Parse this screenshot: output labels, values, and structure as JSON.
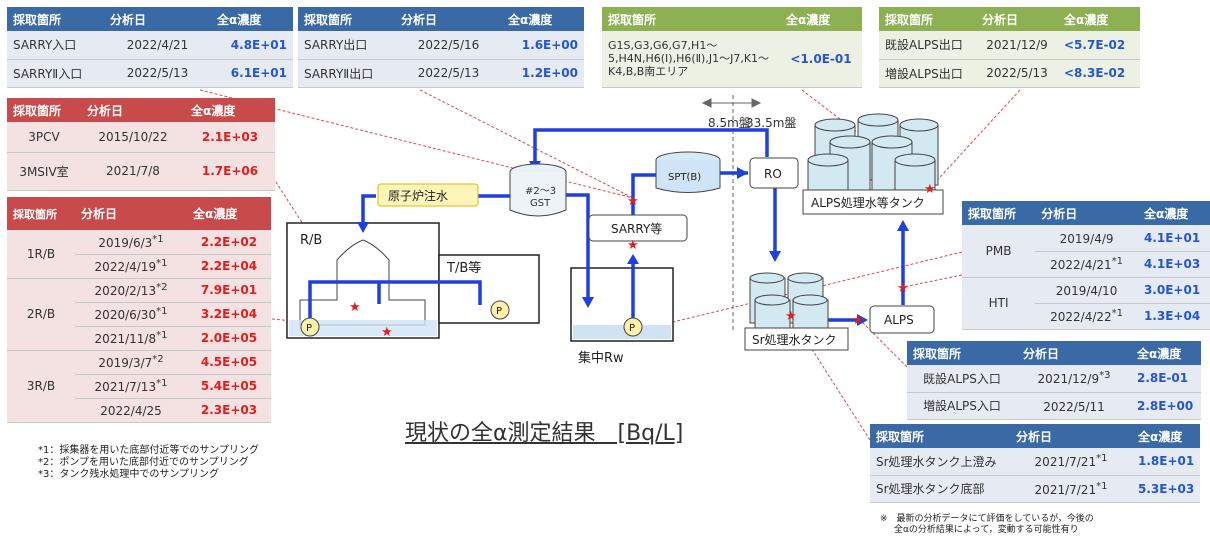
{
  "headers": {
    "place": "採取箇所",
    "date": "分析日",
    "value": "全α濃度",
    "place_short": "採取箇所"
  },
  "t_sarry_in": [
    {
      "place": "SARRY入口",
      "date": "2022/4/21",
      "value": "4.8E+01"
    },
    {
      "place": "SARRYⅡ入口",
      "date": "2022/5/13",
      "value": "6.1E+01"
    }
  ],
  "t_sarry_out": [
    {
      "place": "SARRY出口",
      "date": "2022/5/16",
      "value": "1.6E+00"
    },
    {
      "place": "SARRYⅡ出口",
      "date": "2022/5/13",
      "value": "1.2E+00"
    }
  ],
  "t_tanks": {
    "place": "G1S,G3,G6,G7,H1～5,H4N,H6(Ⅰ),H6(Ⅱ),J1～J7,K1～K4,B,B南エリア",
    "value": "<1.0E-01"
  },
  "t_alps_out": [
    {
      "place": "既設ALPS出口",
      "date": "2021/12/9",
      "value": "<5.7E-02"
    },
    {
      "place": "増設ALPS出口",
      "date": "2022/5/13",
      "value": "<8.3E-02"
    }
  ],
  "t_3pcv": [
    {
      "place": "3PCV",
      "date": "2015/10/22",
      "value": "2.1E+03"
    },
    {
      "place": "3MSIV室",
      "date": "2021/7/8",
      "value": "1.7E+06"
    }
  ],
  "t_rb": {
    "groups": [
      {
        "place": "1R/B",
        "rows": [
          {
            "date": "2019/6/3",
            "note": "*1",
            "value": "2.2E+02"
          },
          {
            "date": "2022/4/19",
            "note": "*1",
            "value": "2.2E+04"
          }
        ]
      },
      {
        "place": "2R/B",
        "rows": [
          {
            "date": "2020/2/13",
            "note": "*2",
            "value": "7.9E+01"
          },
          {
            "date": "2020/6/30",
            "note": "*1",
            "value": "3.2E+04"
          },
          {
            "date": "2021/11/8",
            "note": "*1",
            "value": "2.0E+05"
          }
        ]
      },
      {
        "place": "3R/B",
        "rows": [
          {
            "date": "2019/3/7",
            "note": "*2",
            "value": "4.5E+05"
          },
          {
            "date": "2021/7/13",
            "note": "*1",
            "value": "5.4E+05"
          },
          {
            "date": "2022/4/25",
            "note": "",
            "value": "2.3E+03"
          }
        ]
      }
    ]
  },
  "t_pmb": {
    "groups": [
      {
        "place": "PMB",
        "rows": [
          {
            "date": "2019/4/9",
            "note": "",
            "value": "4.1E+01"
          },
          {
            "date": "2022/4/21",
            "note": "*1",
            "value": "4.1E+03"
          }
        ]
      },
      {
        "place": "HTI",
        "rows": [
          {
            "date": "2019/4/10",
            "note": "",
            "value": "3.0E+01"
          },
          {
            "date": "2022/4/22",
            "note": "*1",
            "value": "1.3E+04"
          }
        ]
      }
    ]
  },
  "t_alps_in": [
    {
      "place": "既設ALPS入口",
      "date": "2021/12/9",
      "note": "*3",
      "value": "2.8E-01"
    },
    {
      "place": "増設ALPS入口",
      "date": "2022/5/11",
      "note": "",
      "value": "2.8E+00"
    }
  ],
  "t_sr": [
    {
      "place": "Sr処理水タンク上澄み",
      "date": "2021/7/21",
      "note": "*1",
      "value": "1.8E+01"
    },
    {
      "place": "Sr処理水タンク底部",
      "date": "2021/7/21",
      "note": "*1",
      "value": "5.3E+03"
    }
  ],
  "footnotes": [
    "*1：採集器を用いた底部付近等でのサンプリング",
    "*2：ポンプを用いた底部付近でのサンプリング",
    "*3：タンク残水処理中でのサンプリング"
  ],
  "title": "現状の全α測定結果　[Bq/L]",
  "note": [
    "※　最新の分析データにて評価をしているが，今後の",
    "全αの分析結果によって，変動する可能性有り"
  ],
  "diagram": {
    "rb": "R/B",
    "tb": "T/B等",
    "pump": "P",
    "rx_water": "原子炉注水",
    "gst": "#2～3",
    "gst2": "GST",
    "sarry": "SARRY等",
    "spt": "SPT(B)",
    "ro": "RO",
    "alps_tank": "ALPS処理水等タンク",
    "sr_tank": "Sr処理水タンク",
    "alps": "ALPS",
    "rw": "集中Rw",
    "level_left": "8.5m盤",
    "level_right": "33.5m盤"
  },
  "colors": {
    "flow": "#1f3fe0",
    "star": "#e21e1e",
    "callout": "#e04a4a"
  }
}
